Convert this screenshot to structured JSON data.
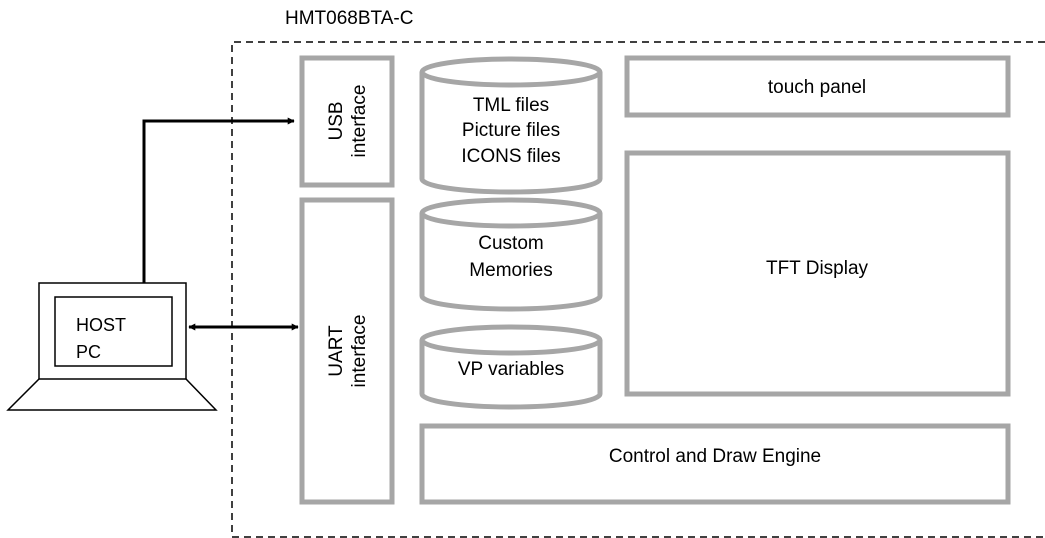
{
  "title": "HMT068BTA-C",
  "host": {
    "line1": "HOST",
    "line2": "PC"
  },
  "usb_interface": {
    "line1": "USB",
    "line2": "interface"
  },
  "uart_interface": {
    "line1": "UART",
    "line2": "interface"
  },
  "files_store": {
    "line1": "TML files",
    "line2": "Picture files",
    "line3": "ICONS files"
  },
  "custom_memories": {
    "line1": "Custom",
    "line2": "Memories"
  },
  "vp_variables": {
    "line1": "VP variables"
  },
  "touch_panel": "touch panel",
  "tft_display": "TFT Display",
  "engine": "Control and Draw Engine",
  "colors": {
    "block_border": "#a6a6a6",
    "line": "#000000",
    "background": "#ffffff"
  }
}
